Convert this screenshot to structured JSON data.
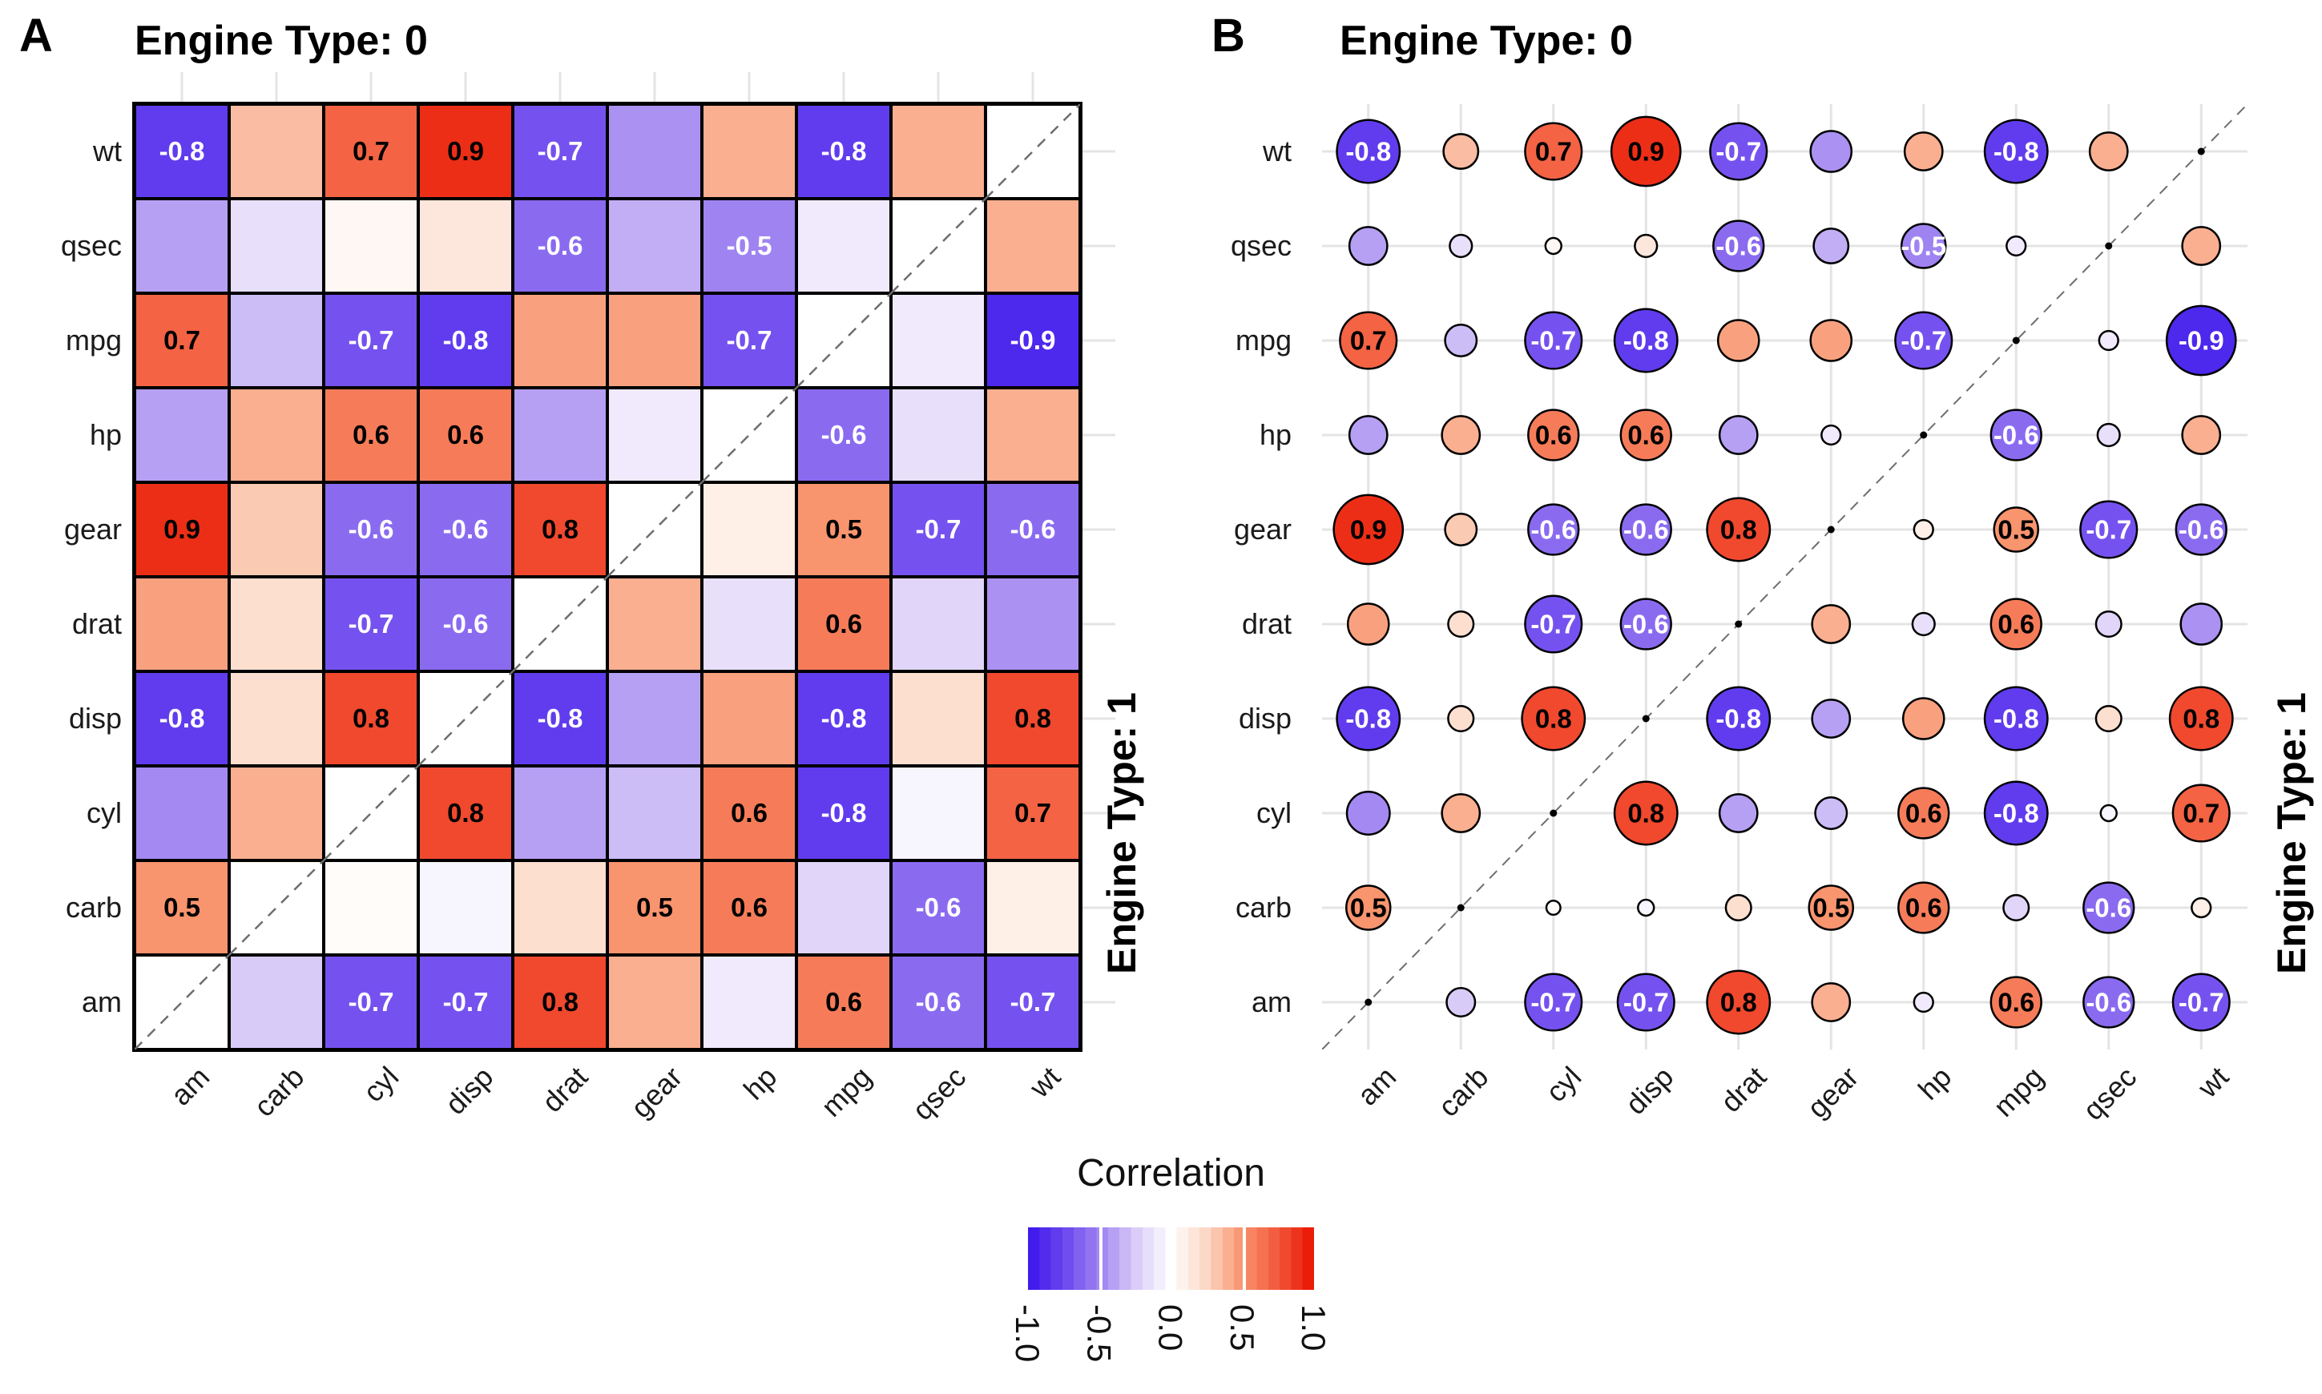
{
  "figure": {
    "panel_tags": [
      "A",
      "B"
    ],
    "legend": {
      "title": "Correlation",
      "tick_labels": [
        "-1.0",
        "-0.5",
        "0.0",
        "0.5",
        "1.0"
      ],
      "tick_values": [
        -1,
        -0.5,
        0,
        0.5,
        1
      ]
    },
    "colors": {
      "negative_end": "#3a14ec",
      "negative_mid": "#9f83f1",
      "zero": "#ffffff",
      "positive_mid": "#f8946e",
      "positive_end": "#ea1200",
      "gridline": "#e4e4e4",
      "cell_border": "#000000",
      "dash_line": "#6e6e6e",
      "negative_label_text": "#ffffff",
      "positive_label_text": "#000000"
    }
  },
  "chart_data": [
    {
      "type": "heatmap",
      "panel_tag": "A",
      "title": "Engine Type: 0",
      "right_strip_label": "Engine Type: 1",
      "upper_left_triangle_group": "Engine Type: 0",
      "lower_right_triangle_group": "Engine Type: 1",
      "label_rule": "cells with |r| >= 0.5 show value label",
      "value_range": [
        -1,
        1
      ],
      "x_categories": [
        "am",
        "carb",
        "cyl",
        "disp",
        "drat",
        "gear",
        "hp",
        "mpg",
        "qsec",
        "wt"
      ],
      "y_categories": [
        "wt",
        "qsec",
        "mpg",
        "hp",
        "gear",
        "drat",
        "disp",
        "cyl",
        "carb",
        "am"
      ],
      "values": [
        [
          -0.8,
          0.35,
          0.7,
          0.9,
          -0.7,
          -0.45,
          0.4,
          -0.8,
          0.4,
          null
        ],
        [
          -0.4,
          -0.15,
          0.05,
          0.15,
          -0.6,
          -0.35,
          -0.5,
          -0.1,
          null,
          0.4
        ],
        [
          0.7,
          -0.3,
          -0.7,
          -0.8,
          0.45,
          0.45,
          -0.7,
          null,
          -0.1,
          -0.9
        ],
        [
          -0.4,
          0.4,
          0.6,
          0.6,
          -0.4,
          -0.1,
          null,
          -0.6,
          -0.15,
          0.4
        ],
        [
          0.9,
          0.3,
          -0.6,
          -0.6,
          0.8,
          null,
          0.1,
          0.5,
          -0.7,
          -0.6
        ],
        [
          0.45,
          0.2,
          -0.7,
          -0.6,
          null,
          0.4,
          -0.15,
          0.6,
          -0.2,
          -0.45
        ],
        [
          -0.8,
          0.2,
          0.8,
          null,
          -0.8,
          -0.4,
          0.45,
          -0.8,
          0.2,
          0.8
        ],
        [
          -0.48,
          0.4,
          null,
          0.8,
          -0.4,
          -0.3,
          0.6,
          -0.8,
          -0.05,
          0.7
        ],
        [
          0.5,
          null,
          0.02,
          -0.05,
          0.2,
          0.5,
          0.6,
          -0.2,
          -0.6,
          0.1
        ],
        [
          null,
          -0.25,
          -0.7,
          -0.7,
          0.8,
          0.4,
          -0.1,
          0.6,
          -0.6,
          -0.7
        ]
      ]
    },
    {
      "type": "bubble",
      "panel_tag": "B",
      "title": "Engine Type: 0",
      "right_strip_label": "Engine Type: 1",
      "upper_left_triangle_group": "Engine Type: 0",
      "lower_right_triangle_group": "Engine Type: 1",
      "label_rule": "circles with |r| >= 0.5 show value label; circle size scales with |r|; diagonal shown as tiny dots",
      "value_range": [
        -1,
        1
      ],
      "x_categories": [
        "am",
        "carb",
        "cyl",
        "disp",
        "drat",
        "gear",
        "hp",
        "mpg",
        "qsec",
        "wt"
      ],
      "y_categories": [
        "wt",
        "qsec",
        "mpg",
        "hp",
        "gear",
        "drat",
        "disp",
        "cyl",
        "carb",
        "am"
      ],
      "values": [
        [
          -0.8,
          0.35,
          0.7,
          0.9,
          -0.7,
          -0.45,
          0.4,
          -0.8,
          0.4,
          null
        ],
        [
          -0.4,
          -0.15,
          0.05,
          0.15,
          -0.6,
          -0.35,
          -0.5,
          -0.1,
          null,
          0.4
        ],
        [
          0.7,
          -0.3,
          -0.7,
          -0.8,
          0.45,
          0.45,
          -0.7,
          null,
          -0.1,
          -0.9
        ],
        [
          -0.4,
          0.4,
          0.6,
          0.6,
          -0.4,
          -0.1,
          null,
          -0.6,
          -0.15,
          0.4
        ],
        [
          0.9,
          0.3,
          -0.6,
          -0.6,
          0.8,
          null,
          0.1,
          0.5,
          -0.7,
          -0.6
        ],
        [
          0.45,
          0.2,
          -0.7,
          -0.6,
          null,
          0.4,
          -0.15,
          0.6,
          -0.2,
          -0.45
        ],
        [
          -0.8,
          0.2,
          0.8,
          null,
          -0.8,
          -0.4,
          0.45,
          -0.8,
          0.2,
          0.8
        ],
        [
          -0.48,
          0.4,
          null,
          0.8,
          -0.4,
          -0.3,
          0.6,
          -0.8,
          -0.05,
          0.7
        ],
        [
          0.5,
          null,
          0.02,
          -0.05,
          0.2,
          0.5,
          0.6,
          -0.2,
          -0.6,
          0.1
        ],
        [
          null,
          -0.25,
          -0.7,
          -0.7,
          0.8,
          0.4,
          -0.1,
          0.6,
          -0.6,
          -0.7
        ]
      ]
    }
  ]
}
